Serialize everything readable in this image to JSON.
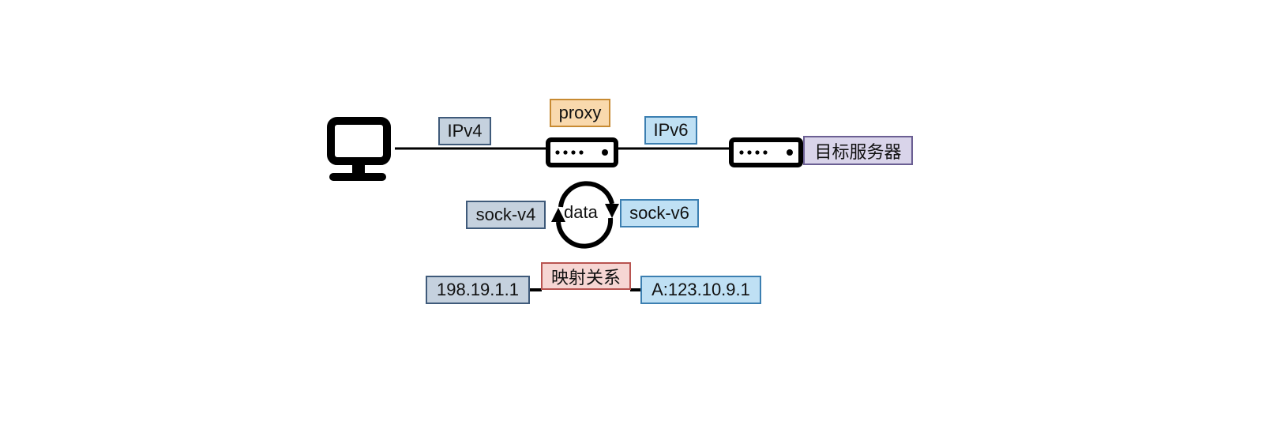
{
  "labels": {
    "ipv4": "IPv4",
    "proxy": "proxy",
    "ipv6": "IPv6",
    "target_server": "目标服务器",
    "sock_v4": "sock-v4",
    "data": "data",
    "sock_v6": "sock-v6",
    "mapping": "映射关系",
    "ipv4_address": "198.19.1.1",
    "ipv6_address": "A:123.10.9.1"
  },
  "colors": {
    "ipv4_fill": "#c5d1de",
    "ipv4_stroke": "#3f5a7a",
    "ipv6_fill": "#bfe0f4",
    "ipv6_stroke": "#3c7fb1",
    "proxy_fill": "#f9d9ad",
    "proxy_stroke": "#c78a32",
    "server_fill": "#d9d4ea",
    "server_stroke": "#6b5f93",
    "mapping_fill": "#f6d6d3",
    "mapping_stroke": "#b85450",
    "line": "#000000"
  },
  "icons": {
    "client": "computer-monitor-icon",
    "proxy": "server-icon",
    "target": "server-icon",
    "exchange": "refresh-cycle-icon"
  }
}
